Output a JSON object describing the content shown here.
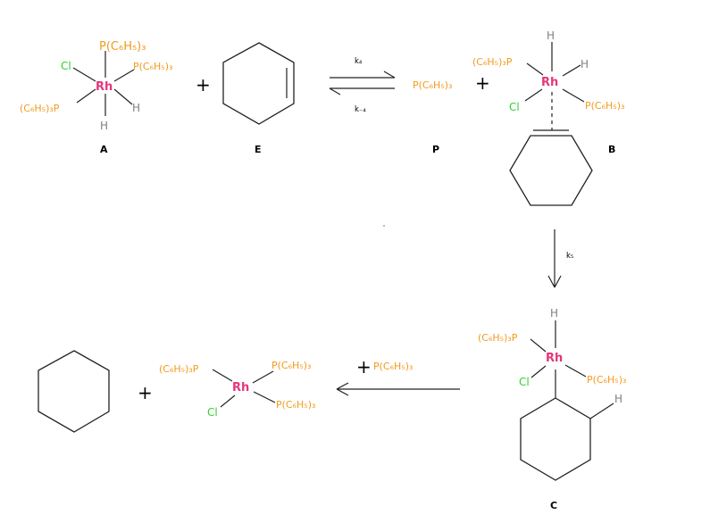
{
  "labels": {
    "A": "A",
    "E": "E",
    "P": "P",
    "B": "B",
    "C": "C"
  },
  "atoms": {
    "rh": "Rh",
    "cl": "Cl",
    "h": "H",
    "p_left": "(C₆H₅)₃P",
    "p_right": "P(C₆H₅)₃"
  },
  "rates": {
    "k4": "k₄",
    "k_minus4": "k₋₄",
    "k5": "k₅"
  },
  "operators": {
    "plus": "+"
  },
  "colors": {
    "phosphorus": "#f29a1d",
    "chlorine": "#2fd12f",
    "rhodium": "#e4367a",
    "hydrogen": "#808080"
  }
}
